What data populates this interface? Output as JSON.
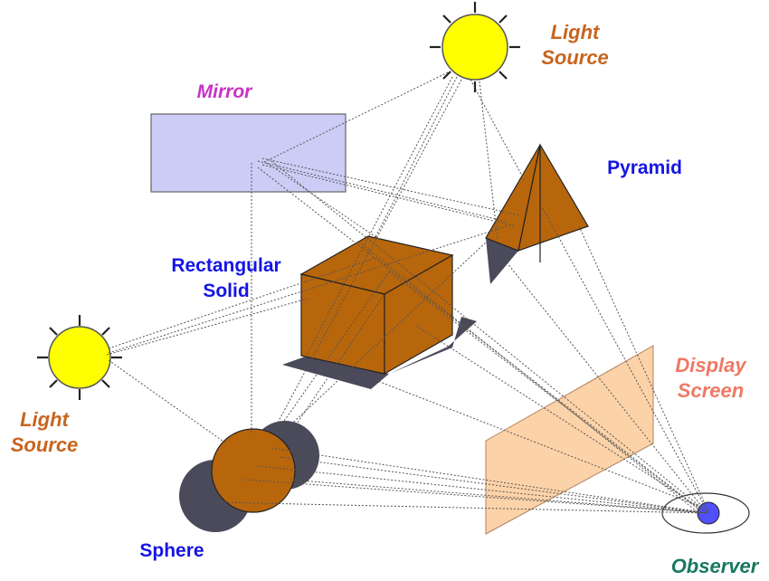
{
  "labels": {
    "light_source_top": [
      "Light",
      "Source"
    ],
    "mirror": "Mirror",
    "pyramid": "Pyramid",
    "rectangular_solid": [
      "Rectangular",
      "Solid"
    ],
    "light_source_left": [
      "Light",
      "Source"
    ],
    "display_screen": [
      "Display",
      "Screen"
    ],
    "sphere": "Sphere",
    "observer": "Observer"
  },
  "colors": {
    "object_fill": "#b8660c",
    "shadow": "#4a4a5a",
    "sun": "#ffff00",
    "mirror_fill": "#ccccf6",
    "screen_fill": "#fcd2a8",
    "observer_eye": "#5050ff",
    "ray": "#555555"
  }
}
